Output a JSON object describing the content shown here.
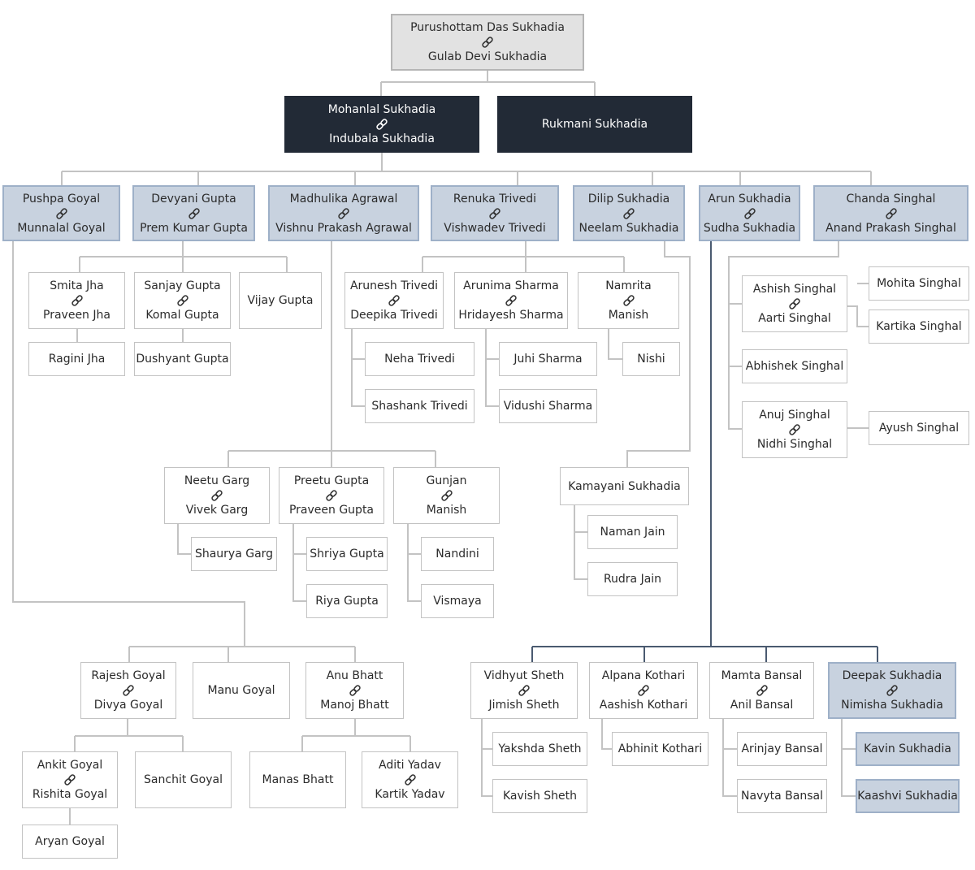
{
  "chart_data": {
    "type": "tree",
    "root": {
      "partners": [
        "Purushottam Das Sukhadia",
        "Gulab Devi Sukhadia"
      ],
      "children": [
        {
          "partners": [
            "Mohanlal Sukhadia",
            "Indubala Sukhadia"
          ],
          "children": [
            {
              "partners": [
                "Pushpa Goyal",
                "Munnalal Goyal"
              ],
              "children": [
                {
                  "partners": [
                    "Rajesh Goyal",
                    "Divya Goyal"
                  ],
                  "children": [
                    {
                      "partners": [
                        "Ankit Goyal",
                        "Rishita Goyal"
                      ],
                      "children": [
                        {
                          "partners": [
                            "Aryan Goyal"
                          ]
                        }
                      ]
                    },
                    {
                      "partners": [
                        "Sanchit Goyal"
                      ]
                    }
                  ]
                },
                {
                  "partners": [
                    "Manu Goyal"
                  ]
                },
                {
                  "partners": [
                    "Anu Bhatt",
                    "Manoj Bhatt"
                  ],
                  "children": [
                    {
                      "partners": [
                        "Manas Bhatt"
                      ]
                    },
                    {
                      "partners": [
                        "Aditi Yadav",
                        "Kartik Yadav"
                      ]
                    }
                  ]
                }
              ]
            },
            {
              "partners": [
                "Devyani Gupta",
                "Prem Kumar Gupta"
              ],
              "children": [
                {
                  "partners": [
                    "Smita Jha",
                    "Praveen Jha"
                  ],
                  "children": [
                    {
                      "partners": [
                        "Ragini Jha"
                      ]
                    }
                  ]
                },
                {
                  "partners": [
                    "Sanjay Gupta",
                    "Komal Gupta"
                  ],
                  "children": [
                    {
                      "partners": [
                        "Dushyant Gupta"
                      ]
                    }
                  ]
                },
                {
                  "partners": [
                    "Vijay Gupta"
                  ]
                }
              ]
            },
            {
              "partners": [
                "Madhulika Agrawal",
                "Vishnu Prakash Agrawal"
              ],
              "children": [
                {
                  "partners": [
                    "Neetu Garg",
                    "Vivek Garg"
                  ],
                  "children": [
                    {
                      "partners": [
                        "Shaurya Garg"
                      ]
                    }
                  ]
                },
                {
                  "partners": [
                    "Preetu Gupta",
                    "Praveen Gupta"
                  ],
                  "children": [
                    {
                      "partners": [
                        "Shriya Gupta"
                      ]
                    },
                    {
                      "partners": [
                        "Riya Gupta"
                      ]
                    }
                  ]
                },
                {
                  "partners": [
                    "Gunjan",
                    "Manish"
                  ],
                  "children": [
                    {
                      "partners": [
                        "Nandini"
                      ]
                    },
                    {
                      "partners": [
                        "Vismaya"
                      ]
                    }
                  ]
                }
              ]
            },
            {
              "partners": [
                "Renuka Trivedi",
                "Vishwadev Trivedi"
              ],
              "children": [
                {
                  "partners": [
                    "Arunesh Trivedi",
                    "Deepika Trivedi"
                  ],
                  "children": [
                    {
                      "partners": [
                        "Neha Trivedi"
                      ]
                    },
                    {
                      "partners": [
                        "Shashank Trivedi"
                      ]
                    }
                  ]
                },
                {
                  "partners": [
                    "Arunima Sharma",
                    "Hridayesh Sharma"
                  ],
                  "children": [
                    {
                      "partners": [
                        "Juhi Sharma"
                      ]
                    },
                    {
                      "partners": [
                        "Vidushi Sharma"
                      ]
                    }
                  ]
                },
                {
                  "partners": [
                    "Namrita",
                    "Manish"
                  ],
                  "children": [
                    {
                      "partners": [
                        "Nishi"
                      ]
                    }
                  ]
                }
              ]
            },
            {
              "partners": [
                "Dilip Sukhadia",
                "Neelam Sukhadia"
              ],
              "children": [
                {
                  "partners": [
                    "Kamayani Sukhadia"
                  ],
                  "children": [
                    {
                      "partners": [
                        "Naman Jain"
                      ]
                    },
                    {
                      "partners": [
                        "Rudra Jain"
                      ]
                    }
                  ]
                }
              ]
            },
            {
              "partners": [
                "Arun Sukhadia",
                "Sudha Sukhadia"
              ],
              "children": [
                {
                  "partners": [
                    "Vidhyut Sheth",
                    "Jimish Sheth"
                  ],
                  "children": [
                    {
                      "partners": [
                        "Yakshda Sheth"
                      ]
                    },
                    {
                      "partners": [
                        "Kavish Sheth"
                      ]
                    }
                  ]
                },
                {
                  "partners": [
                    "Alpana Kothari",
                    "Aashish Kothari"
                  ],
                  "children": [
                    {
                      "partners": [
                        "Abhinit Kothari"
                      ]
                    }
                  ]
                },
                {
                  "partners": [
                    "Mamta Bansal",
                    "Anil Bansal"
                  ],
                  "children": [
                    {
                      "partners": [
                        "Arinjay Bansal"
                      ]
                    },
                    {
                      "partners": [
                        "Navyta Bansal"
                      ]
                    }
                  ]
                },
                {
                  "partners": [
                    "Deepak Sukhadia",
                    "Nimisha Sukhadia"
                  ],
                  "children": [
                    {
                      "partners": [
                        "Kavin Sukhadia"
                      ]
                    },
                    {
                      "partners": [
                        "Kaashvi Sukhadia"
                      ]
                    }
                  ]
                }
              ]
            },
            {
              "partners": [
                "Chanda Singhal",
                "Anand Prakash Singhal"
              ],
              "children": [
                {
                  "partners": [
                    "Ashish Singhal",
                    "Aarti Singhal"
                  ],
                  "children": [
                    {
                      "partners": [
                        "Mohita Singhal"
                      ]
                    },
                    {
                      "partners": [
                        "Kartika Singhal"
                      ]
                    }
                  ]
                },
                {
                  "partners": [
                    "Abhishek Singhal"
                  ]
                },
                {
                  "partners": [
                    "Anuj Singhal",
                    "Nidhi Singhal"
                  ],
                  "children": [
                    {
                      "partners": [
                        "Ayush Singhal"
                      ]
                    }
                  ]
                }
              ]
            }
          ]
        },
        {
          "partners": [
            "Rukmani Sukhadia"
          ]
        }
      ]
    }
  },
  "colors": {
    "line": "#c3c3c3",
    "highlight_line": "#4a5a70",
    "root_fill": "#e2e2e2",
    "dark_fill": "#222a36",
    "highlight_fill": "#c8d2df",
    "card_fill": "#ffffff"
  },
  "icons": {
    "couple_link": "chain-link-icon"
  }
}
